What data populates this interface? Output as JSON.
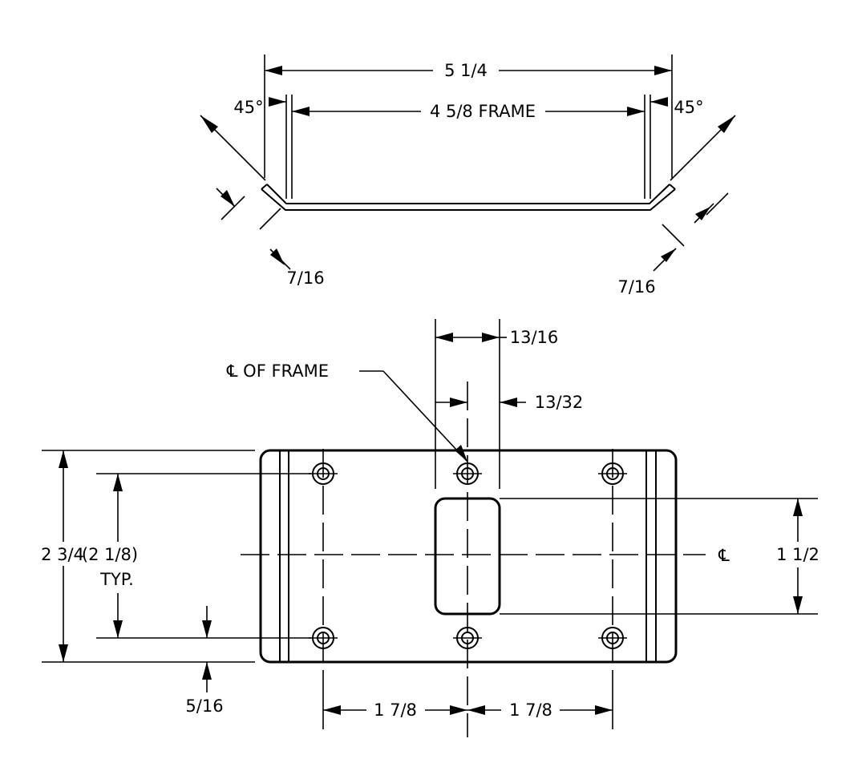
{
  "top_view": {
    "overall_width": "5 1/4",
    "frame_width": "4 5/8 FRAME",
    "angle_left": "45°",
    "angle_right": "45°",
    "flange_left": "7/16",
    "flange_right": "7/16"
  },
  "plan_view": {
    "centerline_callout": "℄ OF FRAME",
    "centerline_symbol": "℄",
    "slot_width": "13/16",
    "slot_offset": "13/32",
    "overall_height": "2 3/4",
    "hole_spacing_vertical": "(2 1/8)",
    "hole_spacing_note": "TYP.",
    "slot_height": "1 1/2",
    "edge_offset": "5/16",
    "hole_spacing_left": "1 7/8",
    "hole_spacing_right": "1 7/8"
  }
}
